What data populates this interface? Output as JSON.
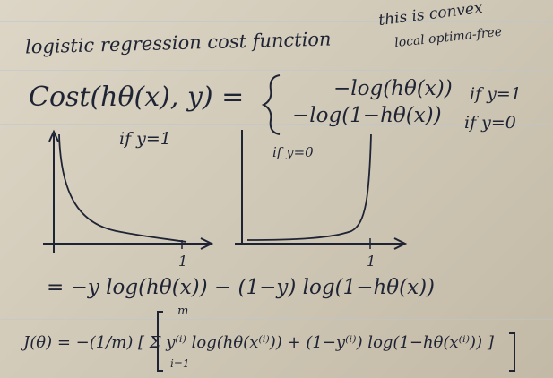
{
  "title": "logistic regression cost function",
  "note": {
    "line1": "this is convex",
    "line2": "local optima-free"
  },
  "cost": {
    "lhs": "Cost(hθ(x), y) =",
    "case1_expr": "−log(hθ(x))",
    "case1_cond": "if y=1",
    "case2_expr": "−log(1−hθ(x))",
    "case2_cond": "if y=0"
  },
  "graph_left": {
    "label": "if y=1",
    "tick": "1"
  },
  "graph_right": {
    "label": "if y=0",
    "tick": "1"
  },
  "combined": "= −y log(hθ(x)) − (1−y) log(1−hθ(x))",
  "j_theta": "J(θ) = −(1/m) [ Σ y⁽ⁱ⁾ log(hθ(x⁽ⁱ⁾)) + (1−y⁽ⁱ⁾) log(1−hθ(x⁽ⁱ⁾)) ]",
  "sum_upper": "m",
  "sum_lower": "i=1",
  "colors": {
    "paper": "#d6cfbf",
    "ink": "#1f2434",
    "rule": "#b9c6cf"
  }
}
